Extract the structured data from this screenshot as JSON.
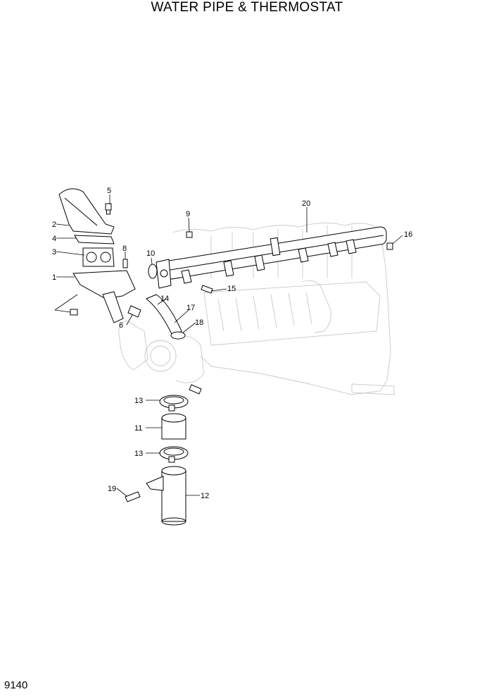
{
  "title": "WATER PIPE & THERMOSTAT",
  "page_code": "9140",
  "callouts": {
    "c1": "1",
    "c2": "2",
    "c3": "3",
    "c4": "4",
    "c5": "5",
    "c6": "6",
    "c8": "8",
    "c9": "9",
    "c10": "10",
    "c11": "11",
    "c12": "12",
    "c13a": "13",
    "c13b": "13",
    "c14": "14",
    "c15": "15",
    "c16": "16",
    "c17": "17",
    "c18": "18",
    "c19": "19",
    "c20": "20"
  }
}
